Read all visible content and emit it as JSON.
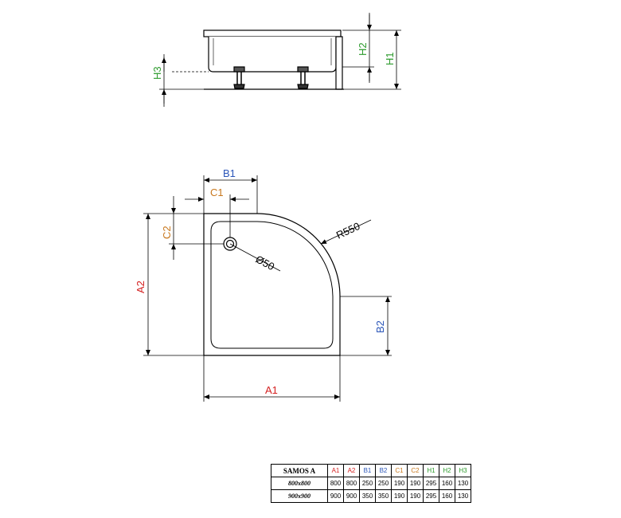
{
  "colors": {
    "A": "#d42020",
    "B": "#2a55b8",
    "C": "#c8781e",
    "H": "#2c9a2c",
    "line": "#000000"
  },
  "side_view": {
    "labels": {
      "H1": "H1",
      "H2": "H2",
      "H3": "H3"
    }
  },
  "top_view": {
    "labels": {
      "A1": "A1",
      "A2": "A2",
      "B1": "B1",
      "B2": "B2",
      "C1": "C1",
      "C2": "C2",
      "R": "R550",
      "D": "Ø50"
    }
  },
  "table": {
    "model": "SAMOS A",
    "headers": [
      "A1",
      "A2",
      "B1",
      "B2",
      "C1",
      "C2",
      "H1",
      "H2",
      "H3"
    ],
    "header_colors": [
      "A",
      "A",
      "B",
      "B",
      "C",
      "C",
      "H",
      "H",
      "H"
    ],
    "rows": [
      {
        "size": "800x800",
        "values": [
          "800",
          "800",
          "250",
          "250",
          "190",
          "190",
          "295",
          "160",
          "130"
        ]
      },
      {
        "size": "900x900",
        "values": [
          "900",
          "900",
          "350",
          "350",
          "190",
          "190",
          "295",
          "160",
          "130"
        ]
      }
    ]
  }
}
